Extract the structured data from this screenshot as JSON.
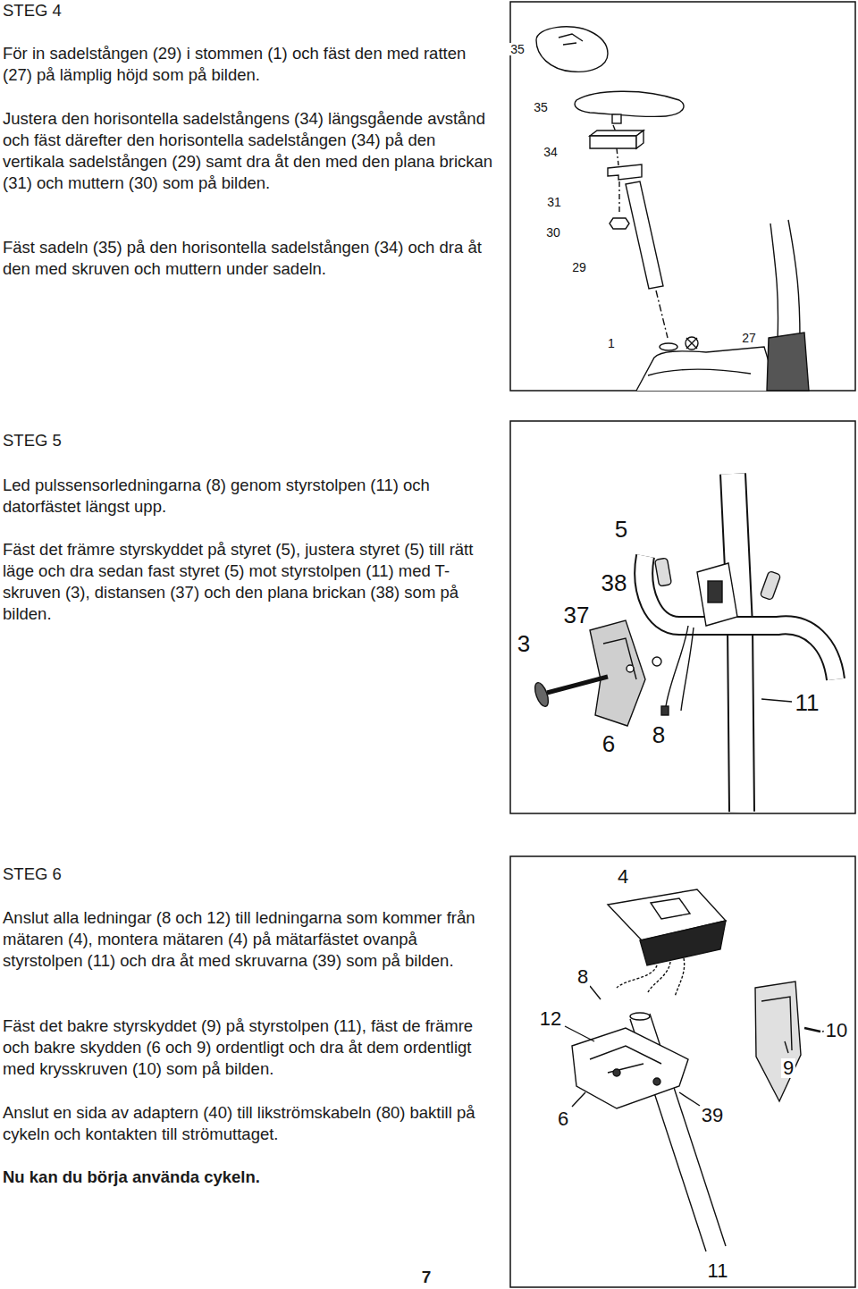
{
  "diagram": {
    "labels": [
      "STEG 4",
      "För in sadelstången (29) i stommen (1) och fäst den med ratten (27) på lämplig höjd som på bilden.",
      "Justera den horisontella sadelstångens (34) längsgående avstånd och fäst därefter den horisontella sadelstången (34) på den vertikala sadelstången (29) samt dra åt den med den plana brickan (31) och muttern (30) som på bilden.",
      "Fäst sadeln (35) på den horisontella sadelstången (34) och dra åt den med skruven och muttern under sadeln.",
      "35",
      "35",
      "34",
      "31",
      "30",
      "29",
      "1",
      "27",
      "STEG 5",
      "Led pulssensorledningarna (8) genom styrstolpen (11) och datorfästet längst upp.",
      "Fäst det främre styrskyddet på styret (5), justera styret (5) till rätt läge och dra sedan fast styret (5) mot styrstolpen (11) med T-skruven (3), distansen (37) och den plana brickan (38) som på bilden.",
      "5",
      "38",
      "37",
      "3",
      "11",
      "6",
      "8",
      "STEG 6",
      "Anslut alla ledningar (8 och 12) till ledningarna som kommer från mätaren (4), montera mätaren (4) på mätarfästet ovanpå styrstolpen (11) och dra åt med skruvarna (39) som på bilden.",
      "Fäst det bakre styrskyddet (9) på styrstolpen (11), fäst de främre och bakre skydden (6 och 9) ordentligt och dra åt dem ordentligt med krysskruven (10) som på bilden.",
      "Anslut en sida av adaptern (40) till likströmskabeln (80) baktill på cykeln och kontakten till strömuttaget.",
      "Nu kan du börja använda cykeln.",
      "4",
      "8",
      "12",
      "10",
      "9",
      "6",
      "39",
      "11",
      "7"
    ]
  }
}
